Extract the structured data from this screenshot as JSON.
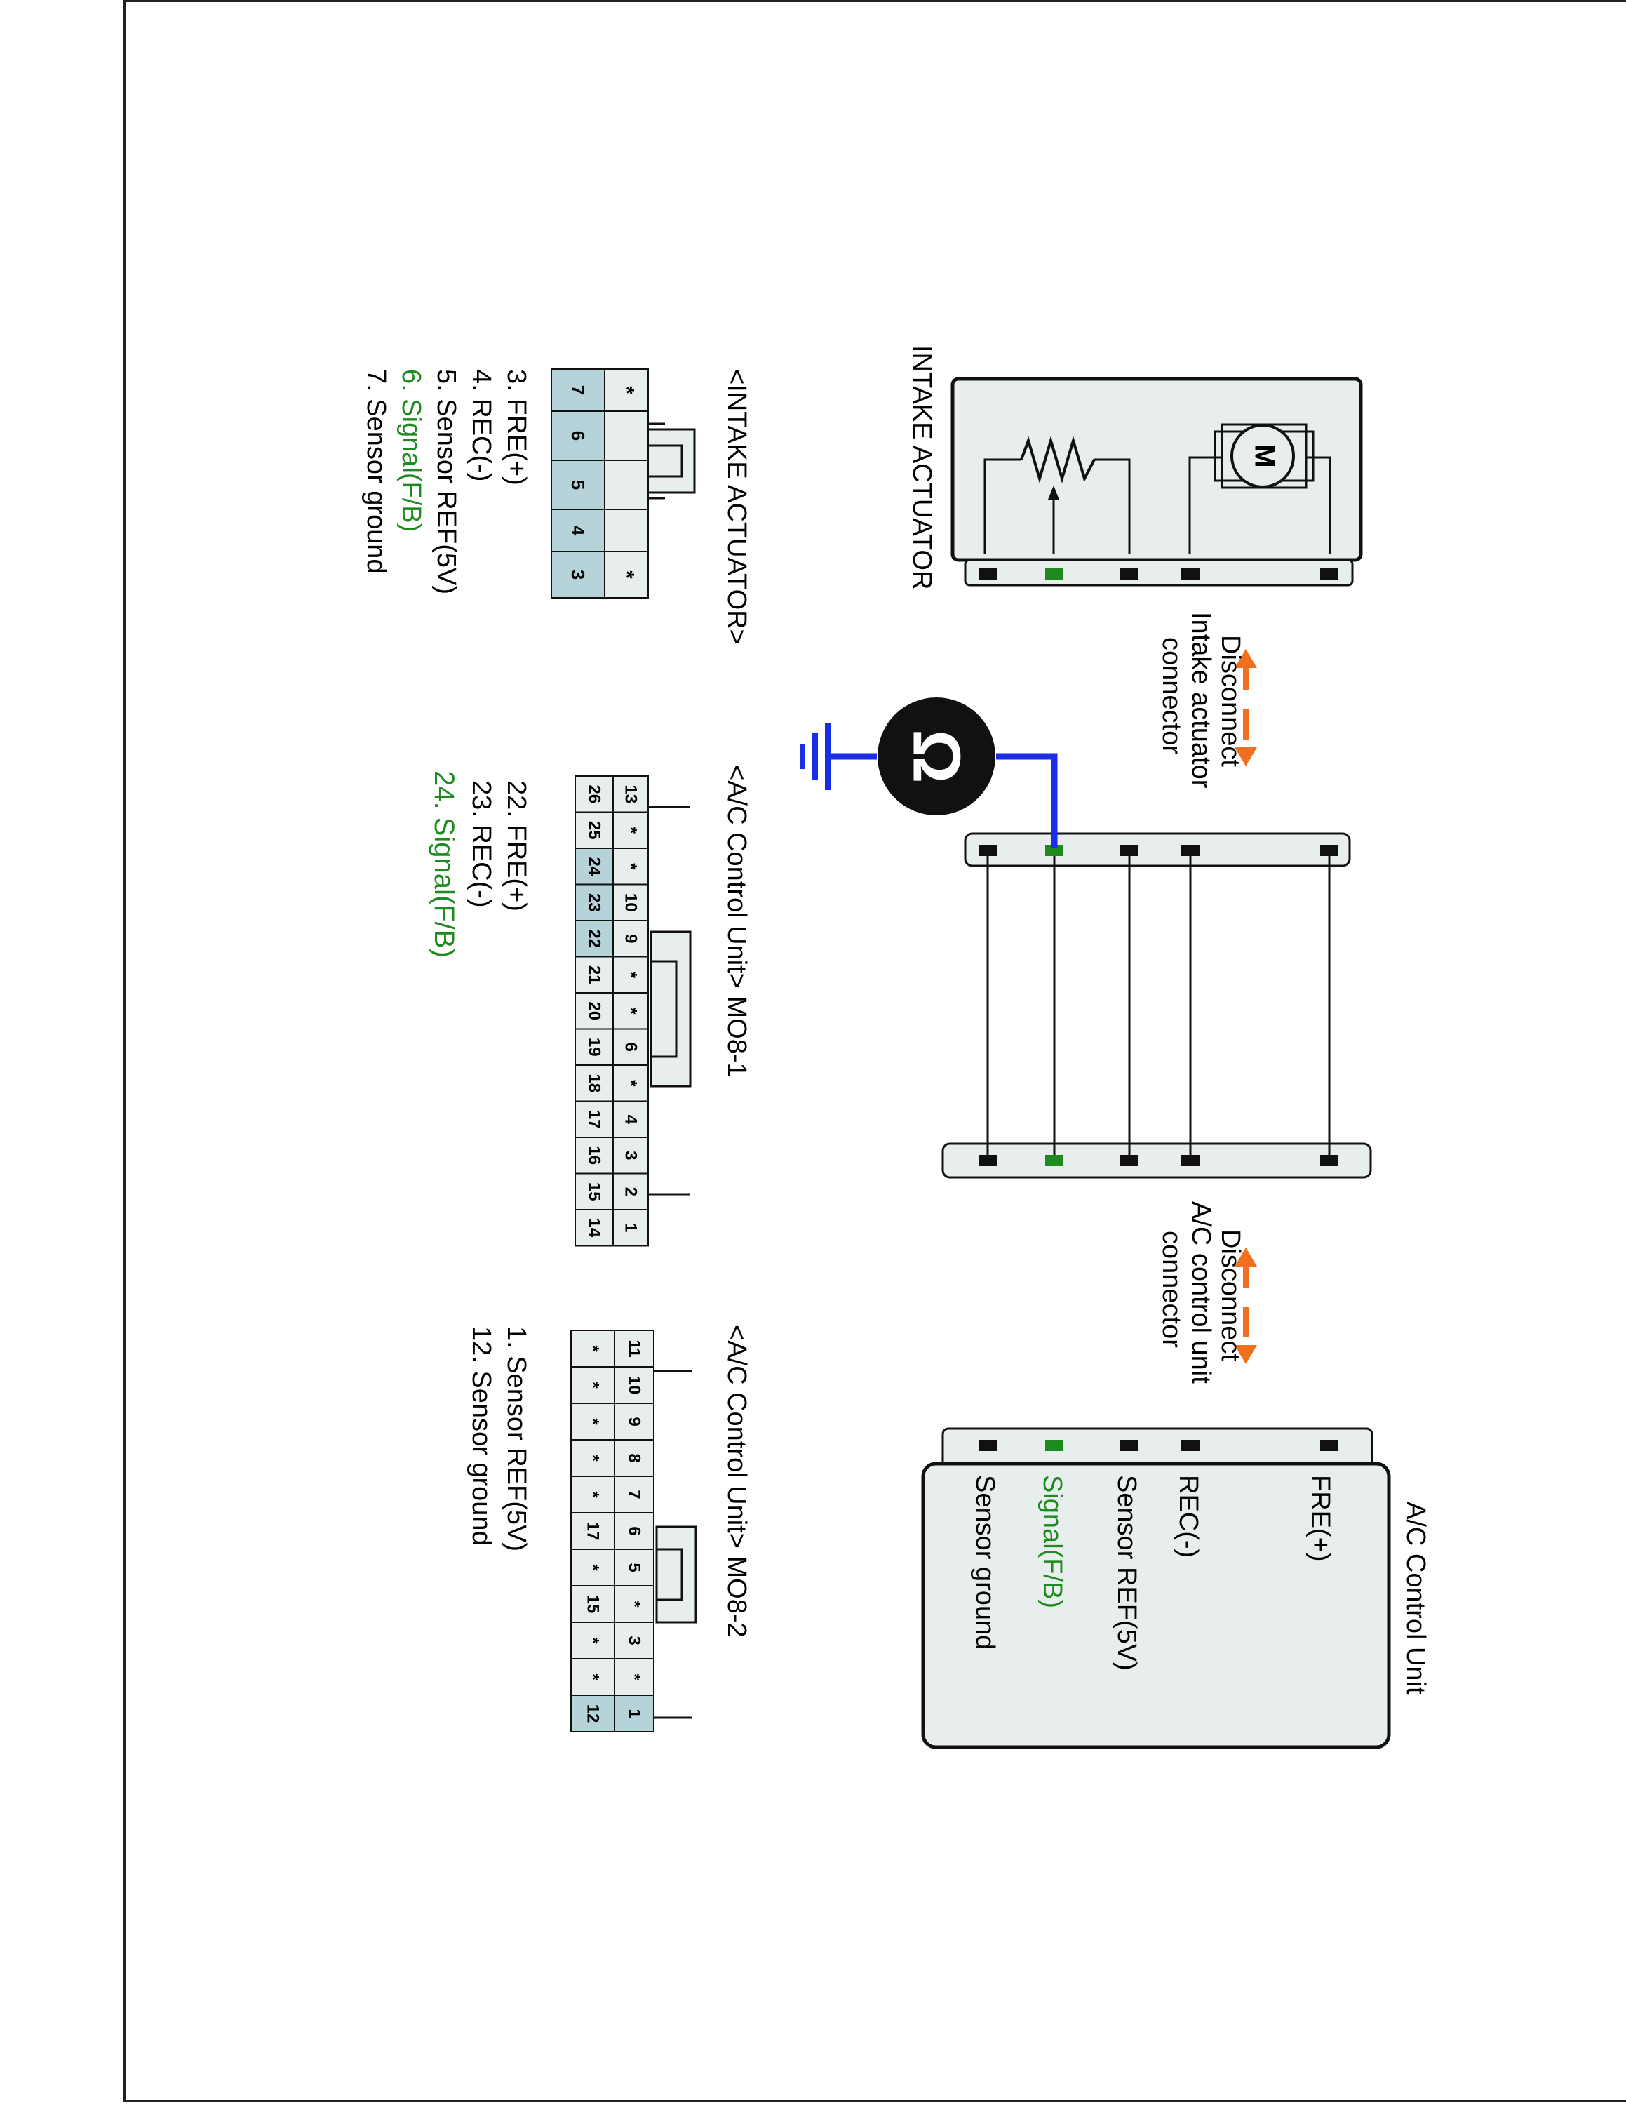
{
  "colors": {
    "box_fill": "#e8eeee",
    "pin_fill": "#b6d3da",
    "highlight_green": "#1f8a1f",
    "wire_blue": "#1a2ee6",
    "arrow_orange": "#f07020",
    "ink": "#111111"
  },
  "intake_actuator": {
    "title": "INTAKE ACTUATOR",
    "motor_label": "M",
    "connector_title": "<INTAKE ACTUATOR>",
    "pins_row1": [
      "*",
      "",
      "",
      "",
      "*"
    ],
    "pins_row2": [
      "7",
      "6",
      "5",
      "4",
      "3"
    ],
    "pin_list": [
      "3. FRE(+)",
      "4. REC(-)",
      "5. Sensor REF(5V)",
      "6. Signal(F/B)",
      "7. Sensor ground"
    ]
  },
  "disconnect_intake": {
    "line1": "Disconnect",
    "line2": "Intake actuator",
    "line3": "connector"
  },
  "disconnect_ac": {
    "line1": "Disconnect",
    "line2": "A/C control unit",
    "line3": "connector"
  },
  "mo8_1": {
    "title": "<A/C Control Unit> MO8-1",
    "row_top": [
      "13",
      "*",
      "*",
      "10",
      "9",
      "*",
      "*",
      "6",
      "*",
      "4",
      "3",
      "2",
      "1"
    ],
    "row_bottom": [
      "26",
      "25",
      "24",
      "23",
      "22",
      "21",
      "20",
      "19",
      "18",
      "17",
      "16",
      "15",
      "14"
    ],
    "highlighted": [
      "24",
      "23",
      "22"
    ],
    "pin_list": [
      "22. FRE(+)",
      "23. REC(-)",
      "24. Signal(F/B)"
    ]
  },
  "mo8_2": {
    "title": "<A/C Control Unit> MO8-2",
    "row_top": [
      "11",
      "10",
      "9",
      "8",
      "7",
      "6",
      "5",
      "*",
      "3",
      "*",
      "1"
    ],
    "row_bottom": [
      "*",
      "*",
      "*",
      "*",
      "*",
      "17",
      "*",
      "15",
      "*",
      "*",
      "12"
    ],
    "highlighted": [
      "1",
      "12"
    ],
    "pin_list": [
      "1. Sensor REF(5V)",
      "12. Sensor ground"
    ]
  },
  "ac_control_unit": {
    "title": "A/C Control Unit",
    "terminals": [
      "FRE(+)",
      "REC(-)",
      "Sensor REF(5V)",
      "Signal(F/B)",
      "Sensor ground"
    ]
  },
  "ohmmeter_symbol": "Ω"
}
